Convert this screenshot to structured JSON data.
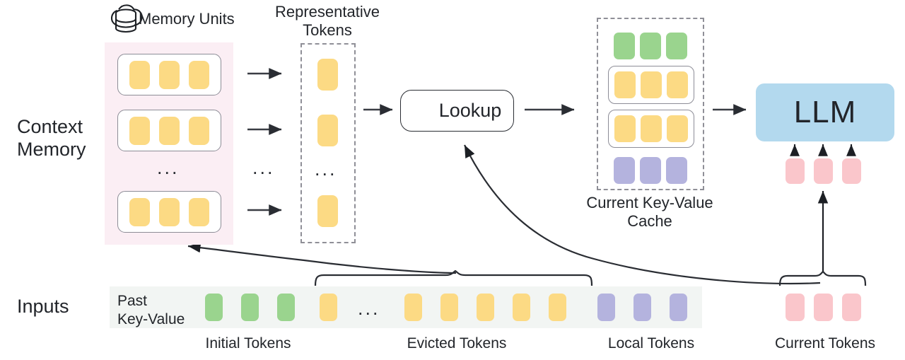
{
  "diagram": {
    "title_labels": {
      "memory_units": "Memory Units",
      "representative_tokens": "Representative\nTokens",
      "current_kv_cache": "Current Key-Value\nCache"
    },
    "row_labels": {
      "context_memory": "Context\nMemory",
      "inputs": "Inputs"
    },
    "lookup": {
      "label": "Lookup",
      "icon": "magnifier-icon"
    },
    "llm": {
      "label": "LLM"
    },
    "memory_icon": "cloud-database-icon",
    "ellipsis": "...",
    "past_key_value_label": "Past\nKey-Value",
    "group_labels": {
      "initial": "Initial Tokens",
      "evicted": "Evicted Tokens",
      "local": "Local Tokens",
      "current": "Current Tokens"
    },
    "colors": {
      "token_yellow": "#fcda84",
      "token_green": "#9ad48e",
      "token_purple": "#b4b3de",
      "token_pink": "#fac6cb",
      "llm_blue": "#b3d9ee",
      "context_panel_pink": "#fbeef4",
      "input_strip_gray": "#f2f5f3",
      "stroke_dark": "#2a2d33",
      "stroke_gray": "#8f8f97"
    },
    "memory_units": [
      {
        "tokens": [
          "yellow",
          "yellow",
          "yellow"
        ]
      },
      {
        "tokens": [
          "yellow",
          "yellow",
          "yellow"
        ]
      },
      {
        "tokens": [
          "yellow",
          "yellow",
          "yellow"
        ]
      }
    ],
    "representative_tokens": [
      "yellow",
      "yellow",
      "yellow"
    ],
    "kv_cache_rows": [
      {
        "color": "green",
        "count": 3,
        "boxed": false
      },
      {
        "color": "yellow",
        "count": 3,
        "boxed": true
      },
      {
        "color": "yellow",
        "count": 3,
        "boxed": true
      },
      {
        "color": "purple",
        "count": 3,
        "boxed": false
      }
    ],
    "llm_input_tokens": [
      "pink",
      "pink",
      "pink"
    ],
    "input_sequence": [
      {
        "color": "green",
        "group": "initial"
      },
      {
        "color": "green",
        "group": "initial"
      },
      {
        "color": "green",
        "group": "initial"
      },
      {
        "color": "yellow",
        "group": "evicted"
      },
      {
        "color": "ellipsis",
        "group": "evicted"
      },
      {
        "color": "yellow",
        "group": "evicted"
      },
      {
        "color": "yellow",
        "group": "evicted"
      },
      {
        "color": "yellow",
        "group": "evicted"
      },
      {
        "color": "yellow",
        "group": "evicted"
      },
      {
        "color": "yellow",
        "group": "evicted"
      },
      {
        "color": "purple",
        "group": "local"
      },
      {
        "color": "purple",
        "group": "local"
      },
      {
        "color": "purple",
        "group": "local"
      }
    ],
    "current_tokens": [
      "pink",
      "pink",
      "pink"
    ]
  }
}
